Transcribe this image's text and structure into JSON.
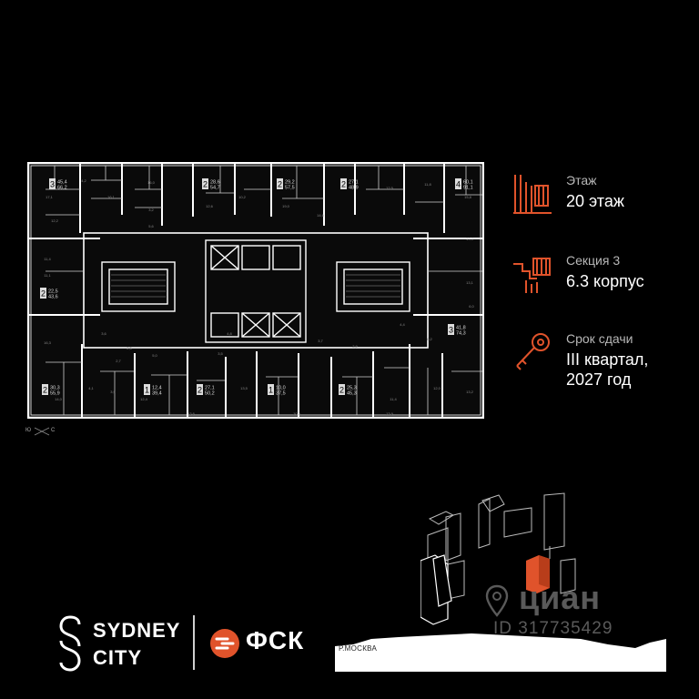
{
  "floor": {
    "label": "Этаж",
    "value": "20 этаж"
  },
  "section": {
    "label": "Секция 3",
    "value": "6.3 корпус"
  },
  "completion": {
    "label": "Срок сдачи",
    "value_line1": "III квартал,",
    "value_line2": "2027 год"
  },
  "apartments": [
    {
      "rooms": "3",
      "living": "45,4",
      "total": "66,2"
    },
    {
      "rooms": "2",
      "living": "28,6",
      "total": "54,7"
    },
    {
      "rooms": "2",
      "living": "29,2",
      "total": "57,5"
    },
    {
      "rooms": "2",
      "living": "27,1",
      "total": "48,9"
    },
    {
      "rooms": "4",
      "living": "60,1",
      "total": "91,1"
    },
    {
      "rooms": "2",
      "living": "22,5",
      "total": "43,6"
    },
    {
      "rooms": "3",
      "living": "41,8",
      "total": "74,3"
    },
    {
      "rooms": "2",
      "living": "30,3",
      "total": "55,9"
    },
    {
      "rooms": "1",
      "living": "12,4",
      "total": "39,4"
    },
    {
      "rooms": "2",
      "living": "27,1",
      "total": "50,2"
    },
    {
      "rooms": "1",
      "living": "10,0",
      "total": "37,5"
    },
    {
      "rooms": "2",
      "living": "25,3",
      "total": "45,3"
    }
  ],
  "room_areas": [
    "17,1",
    "4,2",
    "16,1",
    "16,0",
    "12,6",
    "10,2",
    "19,0",
    "14,6",
    "12,5",
    "11,8",
    "15,8",
    "12,2",
    "3,2",
    "5,6",
    "11,4",
    "19,4",
    "13,1",
    "6,0",
    "16,3",
    "11,1",
    "13,6",
    "13,5",
    "10,0",
    "13,9",
    "11,4",
    "12,0",
    "13,2",
    "14,0",
    "12,4",
    "3,9",
    "4,1",
    "5,0",
    "2,5",
    "3,5",
    "4,8",
    "2,9",
    "3,7",
    "6,2",
    "4,4",
    "2,7",
    "3,6"
  ],
  "compass": {
    "north": "Ю",
    "east": "С"
  },
  "river_label": "Р.МОСКВА",
  "brand": {
    "line1": "SYDNEY",
    "line2": "CITY",
    "developer": "ФСК"
  },
  "watermark": {
    "brand": "циан",
    "id": "ID 317735429"
  },
  "colors": {
    "accent": "#e0532b",
    "background": "#000000",
    "plan_wall": "#ffffff"
  }
}
